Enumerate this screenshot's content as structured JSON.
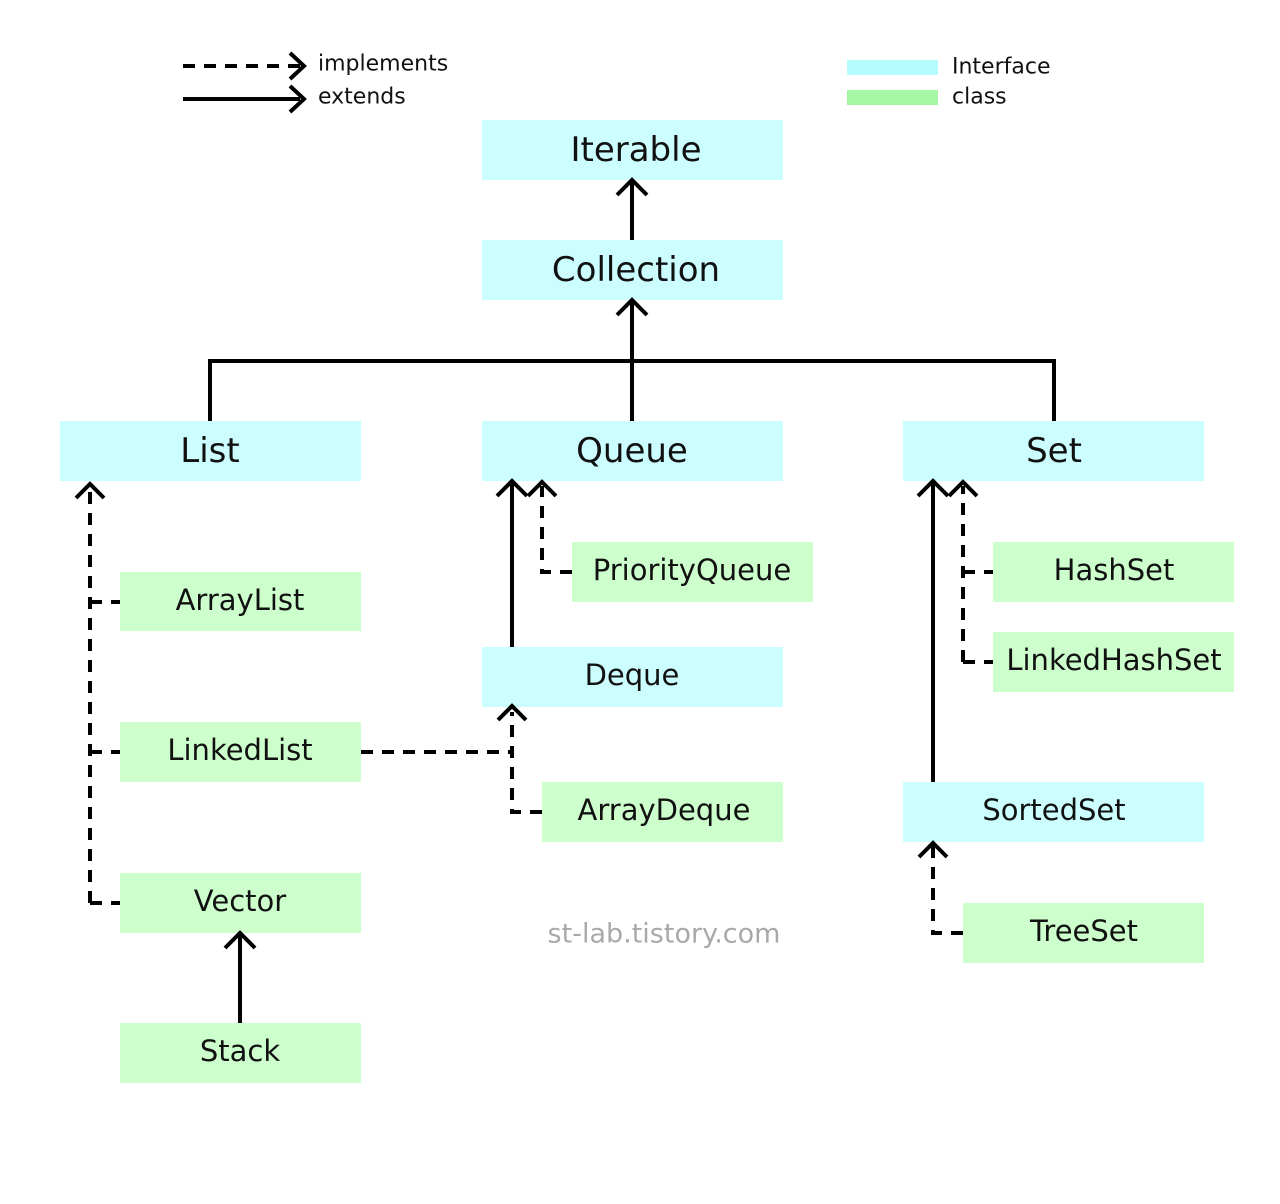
{
  "legend": {
    "implements_label": "implements",
    "extends_label": "extends",
    "interface_label": "Interface",
    "class_label": "class"
  },
  "colors": {
    "interface": "#ccfdff",
    "class": "#cdffcc",
    "legend_interface": "#b5fcff",
    "legend_class": "#a6f7a4"
  },
  "nodes": {
    "iterable": "Iterable",
    "collection": "Collection",
    "list": "List",
    "queue": "Queue",
    "set": "Set",
    "arraylist": "ArrayList",
    "linkedlist": "LinkedList",
    "vector": "Vector",
    "stack": "Stack",
    "priorityqueue": "PriorityQueue",
    "deque": "Deque",
    "arraydeque": "ArrayDeque",
    "hashset": "HashSet",
    "linkedhashset": "LinkedHashSet",
    "sortedset": "SortedSet",
    "treeset": "TreeSet"
  },
  "watermark": "st-lab.tistory.com"
}
